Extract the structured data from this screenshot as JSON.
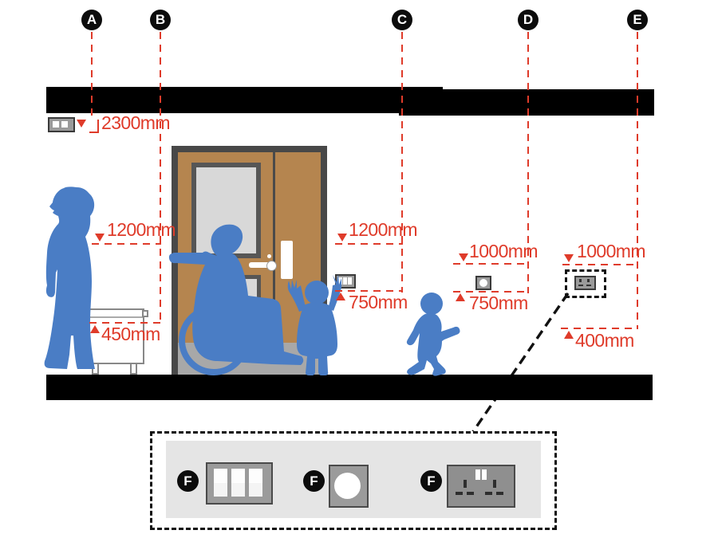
{
  "markers": {
    "a": "A",
    "b": "B",
    "c": "C",
    "d": "D",
    "e": "E"
  },
  "dimensions": {
    "ceiling_fixture_height": "2300mm",
    "b_upper": "1200mm",
    "b_lower": "450mm",
    "c_upper": "1200mm",
    "c_lower": "750mm",
    "d_upper": "1000mm",
    "d_lower": "750mm",
    "e_upper": "1000mm",
    "e_lower": "400mm"
  },
  "inset_items": [
    {
      "label": "F",
      "icon": "three-gang-light-switch-icon"
    },
    {
      "label": "F",
      "icon": "dimmer-switch-icon"
    },
    {
      "label": "F",
      "icon": "double-socket-outlet-icon"
    }
  ],
  "icons": {
    "ceiling_fixture": "ceiling-mounted-fixture-icon",
    "wall_switch": "light-switch-icon",
    "wall_dimmer": "dimmer-icon",
    "wall_socket": "socket-outlet-icon"
  },
  "colors": {
    "dimension_red": "#df3b2a",
    "figure_blue": "#4a7dc5",
    "door_brown": "#b5854f",
    "frame_gray": "#484848",
    "plate_gray": "#9b9b9b",
    "inset_panel": "#e5e5e5",
    "band_black": "#000000"
  }
}
